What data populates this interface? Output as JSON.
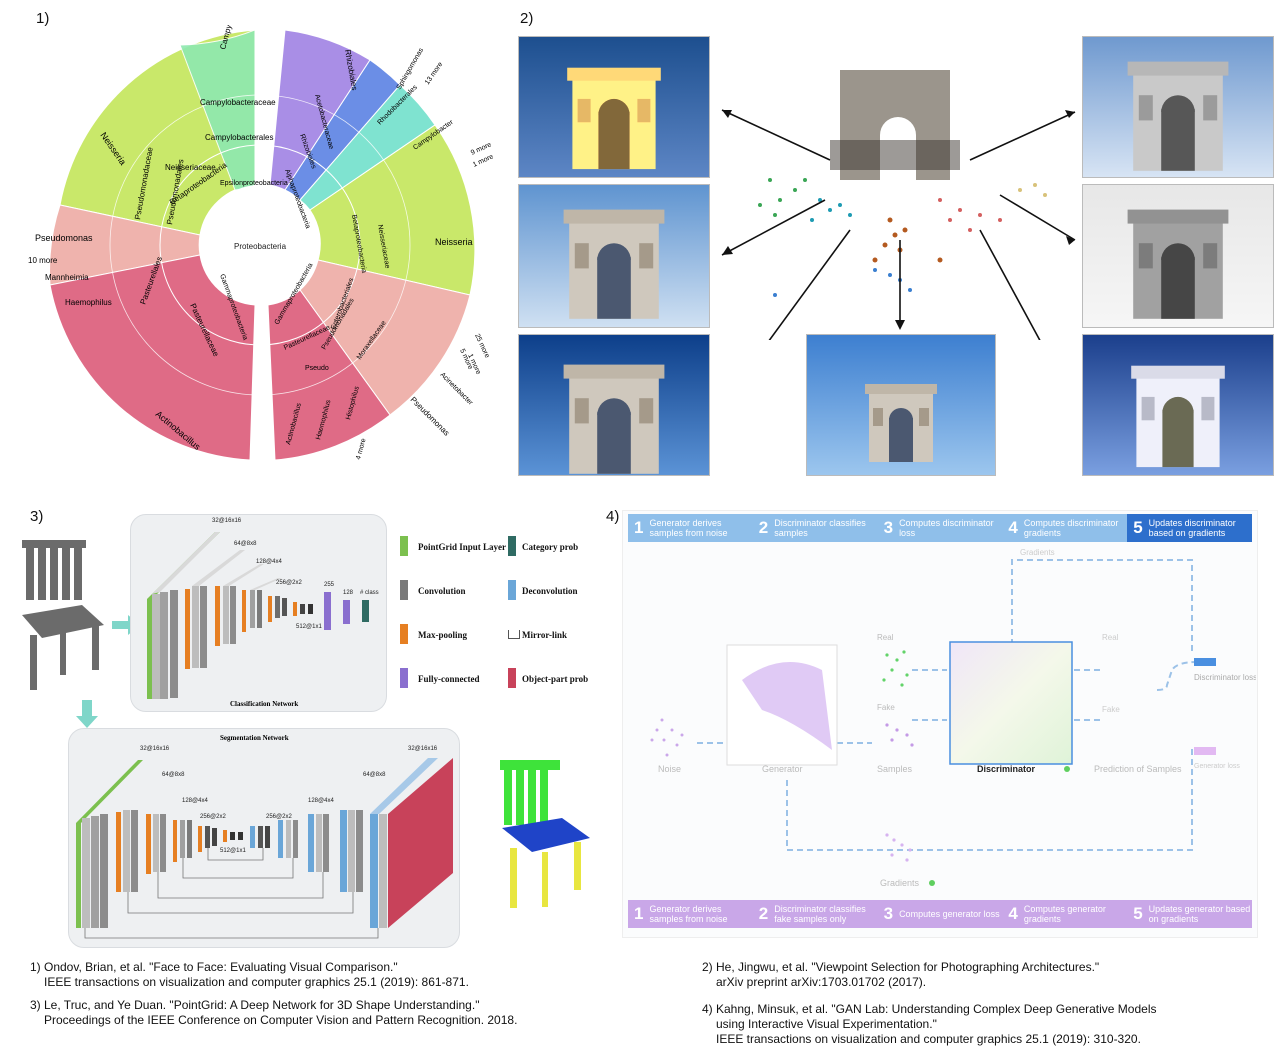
{
  "panels": {
    "p1_label": "1)",
    "p2_label": "2)",
    "p3_label": "3)",
    "p4_label": "4)"
  },
  "sunburst": {
    "center": "Proteobacteria",
    "labels": {
      "neisseria_top": "Neisseria",
      "neisseriaceae": "Neisseriaceae",
      "betaproteobacteria": "Betaproteobacteria",
      "epsilonproteobacteria": "Epsilonproteobacteria",
      "campylobacterales": "Campylobacterales",
      "campylobacteraceae": "Campylobacteraceae",
      "campylobacter": "Campylobacter",
      "pseudomonas": "Pseudomonas",
      "pseudomonadaceae": "Pseudomonadaceae",
      "pseudomonadales": "Pseudomonadales",
      "ten_more": "10 more",
      "mannheimia": "Mannheimia",
      "haemophilus": "Haemophilus",
      "pasteurellales": "Pasteurellales",
      "pasteurellaceae": "Pasteurellaceae",
      "gammaproteobacteria_l": "Gammaproteobacteria",
      "actinobacillus": "Actinobacillus",
      "rhizobiales": "Rhizobiales",
      "sphingomonas": "Sphingomonas",
      "thirteen_more": "13 more",
      "acetobacteraceae": "Acetobacteraceae",
      "rhodobacterales": "Rhodobacterales",
      "rhizobiales2": "Rhizobiales",
      "campylobacter_r": "Campylobacter",
      "nine_more": "9 more",
      "one_more": "1 more",
      "alphaproteobacteria": "Alphaproteobacteria",
      "neisseria_right": "Neisseria",
      "neisseriaceae_r": "Neisseriaceae",
      "betaproteobacteria_r": "Betaproteobacteria",
      "gammaproteobacteria_r": "Gammaproteobacteria",
      "enterobacteriales": "Enterobacteriales",
      "pasteurellaceae_r": "Pasteurellaceae",
      "pseudomonadales_r": "Pseudomonadales",
      "pseudo": "Pseudo",
      "moraxellaceae": "Moraxellaceae",
      "twentyfive_more": "25 more",
      "five_more": "5 more",
      "one_more2": "1 more",
      "acinetobacter": "Acinetobacter",
      "pseudomonas_r": "Pseudomonas",
      "actinobacillus_r": "Actinobacillus",
      "haemophilus_r": "Haemophilus",
      "histophilus": "Histophilus",
      "four_more": "4 more"
    }
  },
  "pointgrid": {
    "classification_title": "Classification Network",
    "segmentation_title": "Segmentation Network",
    "c_dims": [
      "32@16x16",
      "64@8x8",
      "128@4x4",
      "256@2x2",
      "512@1x1",
      "255",
      "128",
      "# class"
    ],
    "s_dims": [
      "32@16x16",
      "64@8x8",
      "128@4x4",
      "256@2x2",
      "512@1x1",
      "256@2x2",
      "128@4x4",
      "64@8x8",
      "32@16x16"
    ],
    "legend": [
      {
        "label": "PointGrid Input Layer",
        "color": "#7cc04f"
      },
      {
        "label": "Category prob",
        "color": "#2f6b63"
      },
      {
        "label": "Convolution",
        "color": "#7a7a7a"
      },
      {
        "label": "Deconvolution",
        "color": "#6aa6d8"
      },
      {
        "label": "Max-pooling",
        "color": "#e67f22"
      },
      {
        "label": "Mirror-link",
        "color": "#555555"
      },
      {
        "label": "Fully-connected",
        "color": "#8a6fcf"
      },
      {
        "label": "Object-part prob",
        "color": "#c8425a"
      }
    ]
  },
  "ganlab": {
    "top_steps": [
      {
        "num": "1",
        "text": "Generator derives samples from noise"
      },
      {
        "num": "2",
        "text": "Discriminator classifies samples"
      },
      {
        "num": "3",
        "text": "Computes discriminator loss"
      },
      {
        "num": "4",
        "text": "Computes discriminator gradients"
      },
      {
        "num": "5",
        "text": "Updates discriminator based on gradients"
      }
    ],
    "bottom_steps": [
      {
        "num": "1",
        "text": "Generator derives samples from noise"
      },
      {
        "num": "2",
        "text": "Discriminator classifies fake samples only"
      },
      {
        "num": "3",
        "text": "Computes generator loss"
      },
      {
        "num": "4",
        "text": "Computes generator gradients"
      },
      {
        "num": "5",
        "text": "Updates generator based on gradients"
      }
    ],
    "labels": {
      "gradients_top": "Gradients",
      "real": "Real",
      "fake": "Fake",
      "real2": "Real",
      "fake2": "Fake",
      "noise": "Noise",
      "generator": "Generator",
      "samples": "Samples",
      "discriminator": "Discriminator",
      "prediction": "Prediction of Samples",
      "disc_loss": "Discriminator loss",
      "gen_loss": "Generator loss",
      "gradients_bottom": "Gradients"
    },
    "colors": {
      "top_bar": "#8fbfea",
      "top_active": "#2d6fcc",
      "bottom_bar": "#c9a7e8",
      "dash": "#9cc2e8"
    }
  },
  "references": {
    "r1_a": "1) Ondov, Brian, et al. \"Face to Face: Evaluating Visual Comparison.\"",
    "r1_b": "IEEE transactions on visualization and computer graphics 25.1 (2019): 861-871.",
    "r3_a": "3) Le, Truc, and Ye Duan. \"PointGrid: A Deep Network for 3D Shape Understanding.\"",
    "r3_b": "Proceedings of the IEEE Conference on Computer Vision and Pattern Recognition. 2018.",
    "r2_a": "2) He, Jingwu, et al. \"Viewpoint Selection for Photographing Architectures.\"",
    "r2_b": "arXiv preprint arXiv:1703.01702 (2017).",
    "r4_a": "4) Kahng, Minsuk, et al. \"GAN Lab: Understanding Complex Deep Generative Models",
    "r4_b": "using Interactive Visual Experimentation.\"",
    "r4_c": "IEEE transactions on visualization and computer graphics 25.1 (2019): 310-320."
  }
}
